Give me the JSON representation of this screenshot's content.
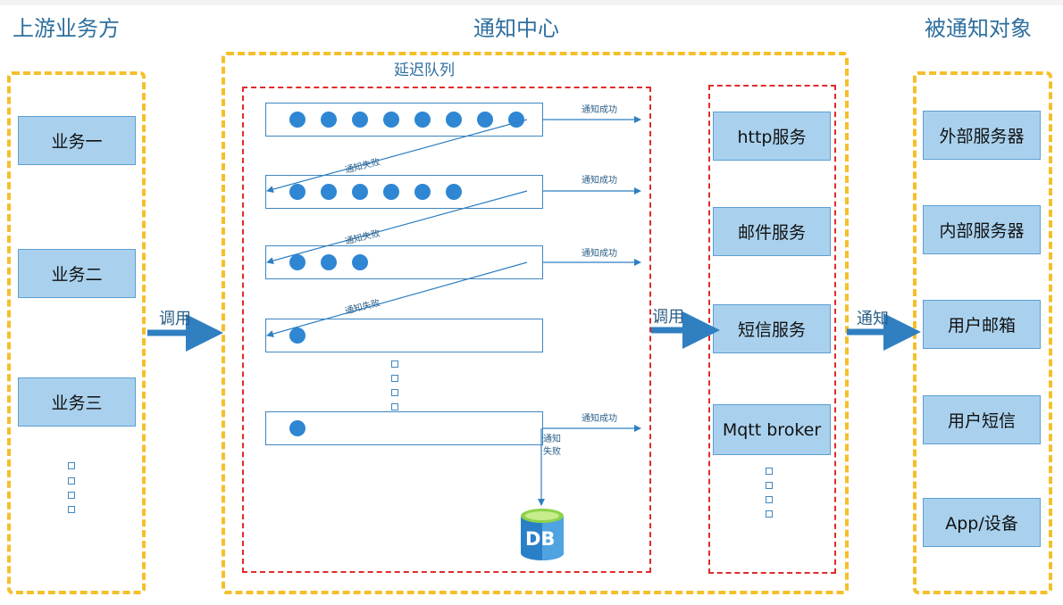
{
  "headings": {
    "upstream": "上游业务方",
    "center": "通知中心",
    "targets": "被通知对象"
  },
  "delay_queue": {
    "title": "延迟队列",
    "success_label": "通知成功",
    "fail_label": "通知失败",
    "fail_vertical_top": "通知",
    "fail_vertical_bottom": "失败",
    "lanes": [
      {
        "dots": 8
      },
      {
        "dots": 6
      },
      {
        "dots": 3
      },
      {
        "dots": 1
      },
      {
        "dots": 1
      }
    ]
  },
  "upstream_items": [
    "业务一",
    "业务二",
    "业务三"
  ],
  "services": [
    "http服务",
    "邮件服务",
    "短信服务",
    "Mqtt broker"
  ],
  "targets": [
    "外部服务器",
    "内部服务器",
    "用户邮箱",
    "用户短信",
    "App/设备"
  ],
  "arrows": {
    "call_1": "调用",
    "call_2": "调用",
    "notify": "通知"
  },
  "db_label": "DB",
  "colors": {
    "frame_yellow": "#f5bf2a",
    "frame_red": "#e02b2b",
    "box_fill": "#a9d1ee",
    "dot": "#2f86d3",
    "arrow": "#2f7fc1"
  }
}
